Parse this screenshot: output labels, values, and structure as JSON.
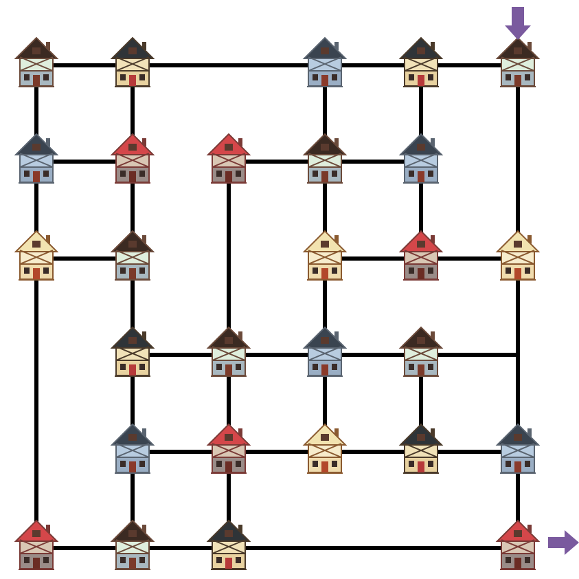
{
  "puzzle": {
    "type": "house-maze",
    "start_marker": "arrow-down-icon",
    "exit_marker": "arrow-right-icon",
    "marker_color": "#7a5a9e",
    "road_color": "#000000",
    "house_styles": {
      "green": {
        "roof": "#3b2a22",
        "trim": "#6b4a3a",
        "wall": "#dfeedd",
        "lower": "#a8b8c0",
        "door": "#7a3a2a"
      },
      "blue": {
        "roof": "#3a4450",
        "trim": "#5a6470",
        "wall": "#b8cce0",
        "lower": "#9aaec4",
        "door": "#8a3a2a"
      },
      "red": {
        "roof": "#d4474a",
        "trim": "#7a3a36",
        "wall": "#d9c7b4",
        "lower": "#9a8c88",
        "door": "#6b2c24"
      },
      "cream": {
        "roof": "#f2e3b0",
        "trim": "#8a5a30",
        "wall": "#f7eccc",
        "lower": "#f0dcae",
        "door": "#b2472a"
      },
      "tudor": {
        "roof": "#2f3438",
        "trim": "#4a3a2a",
        "wall": "#f1e2b8",
        "lower": "#e8d2a0",
        "door": "#b63a3a"
      }
    },
    "rows": [
      [
        "green",
        "tudor",
        null,
        "blue",
        "tudor",
        "green"
      ],
      [
        "blue",
        "red",
        "red",
        "green",
        "blue",
        null
      ],
      [
        "cream",
        "green",
        null,
        "cream",
        "red",
        "cream"
      ],
      [
        null,
        "tudor",
        "green",
        "blue",
        "green",
        null
      ],
      [
        null,
        "blue",
        "red",
        "cream",
        "tudor",
        "blue"
      ],
      [
        "red",
        "green",
        "tudor",
        null,
        null,
        "red"
      ]
    ],
    "horizontal_roads": [
      [
        0,
        0,
        1
      ],
      [
        0,
        1,
        3
      ],
      [
        0,
        3,
        4
      ],
      [
        0,
        4,
        5
      ],
      [
        1,
        0,
        1
      ],
      [
        1,
        2,
        3
      ],
      [
        1,
        3,
        4
      ],
      [
        2,
        0,
        1
      ],
      [
        2,
        3,
        4
      ],
      [
        2,
        4,
        5
      ],
      [
        3,
        1,
        2
      ],
      [
        3,
        2,
        3
      ],
      [
        3,
        3,
        4
      ],
      [
        3,
        4,
        5
      ],
      [
        4,
        1,
        2
      ],
      [
        4,
        2,
        3
      ],
      [
        4,
        3,
        4
      ],
      [
        4,
        4,
        5
      ],
      [
        5,
        0,
        1
      ],
      [
        5,
        1,
        2
      ],
      [
        5,
        2,
        5
      ]
    ],
    "vertical_roads": [
      [
        0,
        0,
        1
      ],
      [
        0,
        1,
        2
      ],
      [
        0,
        2,
        5
      ],
      [
        1,
        0,
        1
      ],
      [
        1,
        1,
        2
      ],
      [
        1,
        2,
        3
      ],
      [
        1,
        3,
        4
      ],
      [
        1,
        4,
        5
      ],
      [
        2,
        1,
        3
      ],
      [
        2,
        3,
        4
      ],
      [
        2,
        4,
        5
      ],
      [
        3,
        0,
        1
      ],
      [
        3,
        1,
        2
      ],
      [
        3,
        2,
        3
      ],
      [
        3,
        3,
        4
      ],
      [
        4,
        0,
        1
      ],
      [
        4,
        1,
        2
      ],
      [
        4,
        3,
        4
      ],
      [
        5,
        0,
        2
      ],
      [
        5,
        2,
        3
      ],
      [
        5,
        3,
        4
      ],
      [
        5,
        4,
        5
      ]
    ]
  }
}
